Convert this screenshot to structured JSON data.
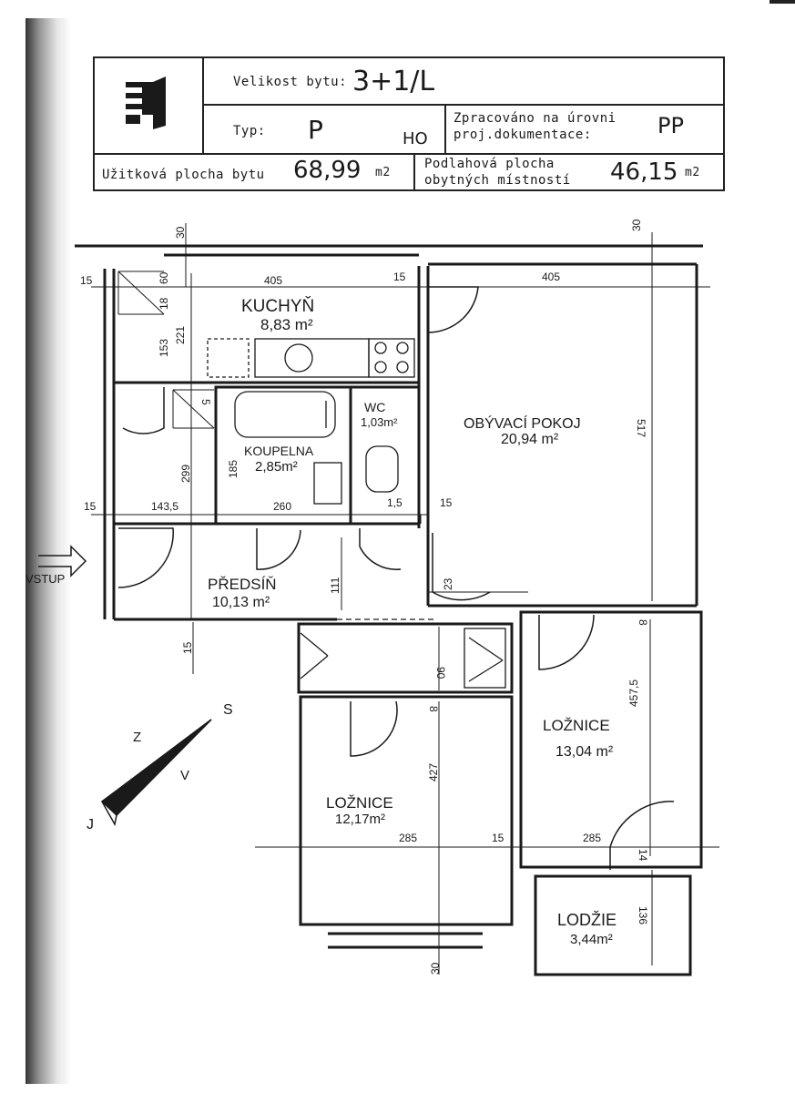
{
  "header": {
    "velikost_label": "Velikost bytu:",
    "velikost_value": "3+1/L",
    "typ_label": "Typ:",
    "typ_value": "P",
    "typ_suffix": "HO",
    "zpracovano_line1": "Zpracováno na úrovni",
    "zpracovano_line2": "proj.dokumentace:",
    "zpracovano_value": "PP",
    "uzitkova_label": "Užitková plocha bytu",
    "uzitkova_value": "68,99",
    "uzitkova_unit": "m2",
    "podlahova_line1": "Podlahová plocha",
    "podlahova_line2": "obytných místností",
    "podlahova_value": "46,15",
    "podlahova_unit": "m2"
  },
  "rooms": {
    "kuchyn": {
      "name": "KUCHYŇ",
      "area": "8,83 m²"
    },
    "obyvaci": {
      "name": "OBÝVACÍ POKOJ",
      "area": "20,94 m²"
    },
    "wc": {
      "name": "WC",
      "area": "1,03m²"
    },
    "koupelna": {
      "name": "KOUPELNA",
      "area": "2,85m²"
    },
    "predsin": {
      "name": "PŘEDSÍŇ",
      "area": "10,13 m²"
    },
    "loznice1": {
      "name": "LOŽNICE",
      "area": "13,04 m²"
    },
    "loznice2": {
      "name": "LOŽNICE",
      "area": "12,17m²"
    },
    "lodzie": {
      "name": "LODŽIE",
      "area": "3,44m²"
    }
  },
  "dims": {
    "d30_top_left": "30",
    "d30_top_right": "30",
    "d15_left": "15",
    "d405_kitchen": "405",
    "d15_mid": "15",
    "d405_living": "405",
    "d60": "60",
    "d18": "18",
    "d221": "221",
    "d153": "153",
    "d5": "5",
    "d299": "299",
    "d185": "185",
    "d517": "517",
    "d15_left2": "15",
    "d143_5": "143,5",
    "d260": "260",
    "d1_5": "1,5",
    "d15_right": "15",
    "d23": "23",
    "d111": "111",
    "d15_bottom_left": "15",
    "d90": "90",
    "d8_right": "8",
    "d457_5": "457,5",
    "d8_mid": "8",
    "d427": "427",
    "d285_left": "285",
    "d15_bed": "15",
    "d285_right": "285",
    "d14": "14",
    "d136": "136",
    "d30_bottom": "30"
  },
  "entry": {
    "label": "VSTUP"
  },
  "compass": {
    "north": "S",
    "south": "J",
    "east": "V",
    "west": "Z"
  }
}
